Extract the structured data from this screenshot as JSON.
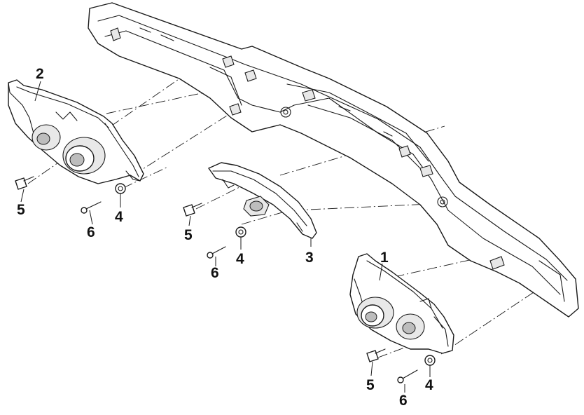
{
  "diagram": {
    "callouts": [
      {
        "id": "callout-2",
        "label": "2"
      },
      {
        "id": "callout-5-left",
        "label": "5"
      },
      {
        "id": "callout-4-left",
        "label": "4"
      },
      {
        "id": "callout-6-left",
        "label": "6"
      },
      {
        "id": "callout-5-center",
        "label": "5"
      },
      {
        "id": "callout-4-center",
        "label": "4"
      },
      {
        "id": "callout-6-center",
        "label": "6"
      },
      {
        "id": "callout-3",
        "label": "3"
      },
      {
        "id": "callout-1",
        "label": "1"
      },
      {
        "id": "callout-5-right",
        "label": "5"
      },
      {
        "id": "callout-4-right",
        "label": "4"
      },
      {
        "id": "callout-6-right",
        "label": "6"
      }
    ],
    "parts": [
      {
        "name": "front-fairing-bracket"
      },
      {
        "name": "headlight-left"
      },
      {
        "name": "headlight-right"
      },
      {
        "name": "position-lamp"
      },
      {
        "name": "washer"
      },
      {
        "name": "bolt"
      },
      {
        "name": "screw"
      }
    ]
  }
}
